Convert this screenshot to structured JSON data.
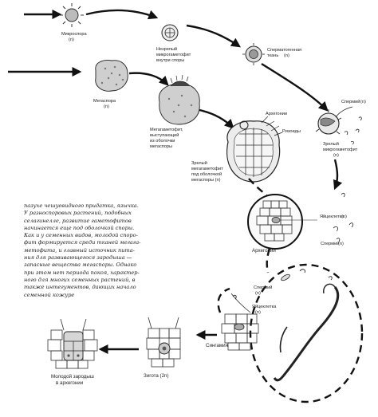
{
  "labels": {
    "microspore": "Микроспора",
    "microspore_n": "(n)",
    "immature_male_gametophyte_1": "Незрелый",
    "immature_male_gametophyte_2": "микрогаметофит",
    "immature_male_gametophyte_3": "внутри споры",
    "spermatogenic_tissue": "Сперматогенная",
    "spermatogenic_tissue_2": "ткань",
    "spermatogenic_tissue_n": "(n)",
    "megaspore": "Мегаспора",
    "megaspore_n": "(n)",
    "megagametophyte_1": "Мегагаметофит,",
    "megagametophyte_2": "выступающий",
    "megagametophyte_3": "из оболочки",
    "megagametophyte_4": "мегаспоры",
    "archegonia": "Архегонии",
    "rhizoids": "Ризоиды",
    "sperm_top": "Спермий",
    "sperm_top_n": "(n)",
    "mature_male_gametophyte_1": "Зрелый",
    "mature_male_gametophyte_2": "микрогаметофит",
    "mature_male_gametophyte_n": "(n)",
    "mature_megagametophyte_1": "Зрелый",
    "mature_megagametophyte_2": "мегагаметофит",
    "mature_megagametophyte_3": "под оболочкой",
    "mature_megagametophyte_4": "мегаспоры (n)",
    "egg_cell_right": "Яйцеклетка",
    "egg_cell_right_n": "(n)",
    "archegonium": "Архегоний",
    "sperm_right": "Спермий",
    "sperm_right_n": "(n)",
    "sperm_lower": "Спермий",
    "sperm_lower_n": "(n)",
    "egg_cell_lower": "Яйцеклетка",
    "egg_cell_lower_n": "(n)",
    "syngamy": "Сингамия",
    "zygote": "Зигота (2n)",
    "young_embryo_1": "Молодой зародыш",
    "young_embryo_2": "в архегонии"
  },
  "body_text": [
    "пазухе чешуевидного придатка, язычка.",
    "У разноспоровых растений, подобных",
    "селагинелле, развитие гаметофитов",
    "начинается еще под оболочкой споры.",
    "Как и у семенных видов, молодой споро-",
    "фит формируется среди тканей мегага-",
    "метофита, и главный источник пита-",
    "ния для развивающегося зародыша —",
    "запасные вещества мегаспоры. Однако",
    "при этом нет периода покоя, характер-",
    "ного для многих семенных растений, в",
    "также интегументов, дающих начало",
    "семенной кожуре"
  ]
}
